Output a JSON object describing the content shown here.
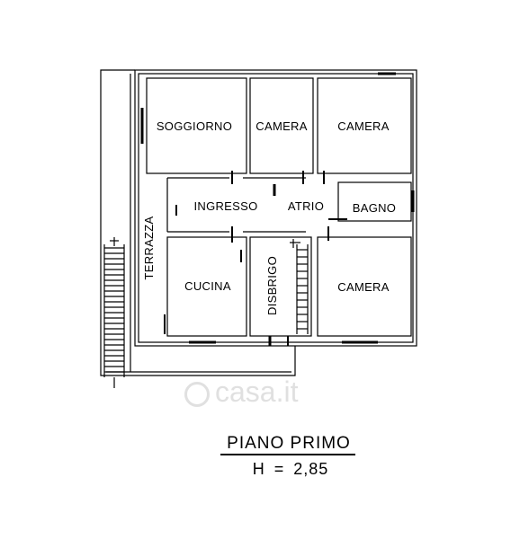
{
  "rooms": {
    "soggiorno": "SOGGIORNO",
    "camera1": "CAMERA",
    "camera2": "CAMERA",
    "ingresso": "INGRESSO",
    "atrio": "ATRIO",
    "bagno": "BAGNO",
    "terrazza": "TERRAZZA",
    "cucina": "CUCINA",
    "disbrigo": "DISBRIGO",
    "camera3": "CAMERA"
  },
  "floor": {
    "name": "PIANO PRIMO",
    "height": "H = 2,85"
  },
  "watermark": "casa.it"
}
